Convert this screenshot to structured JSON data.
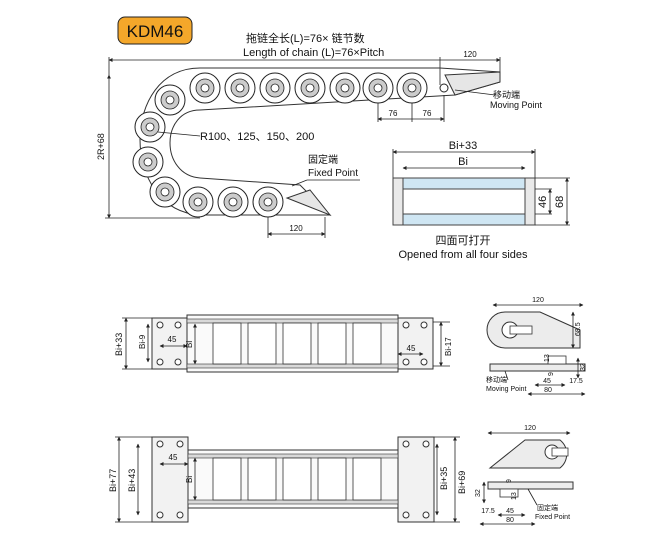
{
  "badge": {
    "text": "KDM46",
    "bg": "#f4a72a"
  },
  "top_view": {
    "length_cn": "拖链全长(L)=76× 链节数",
    "length_en": "Length of chain (L)=76×Pitch",
    "dim_120_top": "120",
    "dim_76a": "76",
    "dim_76b": "76",
    "moving_cn": "移动端",
    "moving_en": "Moving Point",
    "radius": "R100、125、150、200",
    "two_r": "2R+68",
    "fixed_cn": "固定端",
    "fixed_en": "Fixed Point",
    "dim_120_bottom": "120"
  },
  "section": {
    "bi33": "Bi+33",
    "bi": "Bi",
    "h46": "46",
    "h68": "68",
    "open_cn": "四面可打开",
    "open_en": "Opened from all four sides"
  },
  "plan1": {
    "bi33": "Bi+33",
    "bi9": "Bi-9",
    "d45l": "45",
    "bi": "Bi",
    "bi17": "Bi-17",
    "d45r": "45"
  },
  "bracket1": {
    "w120": "120",
    "h685": "68.5",
    "d13": "13",
    "d9": "9",
    "d32": "32",
    "d45": "45",
    "d175": "17.5",
    "d80": "80",
    "cn": "移动端",
    "en": "Moving Point"
  },
  "plan2": {
    "bi77": "Bi+77",
    "bi43": "Bi+43",
    "d45": "45",
    "bi": "Bi",
    "bi35": "Bi+35",
    "bi69": "Bi+69"
  },
  "bracket2": {
    "w120": "120",
    "d32": "32",
    "d9": "9",
    "d13": "13",
    "d175": "17.5",
    "d45": "45",
    "d80": "80",
    "cn": "固定端",
    "en": "Fixed Point"
  }
}
